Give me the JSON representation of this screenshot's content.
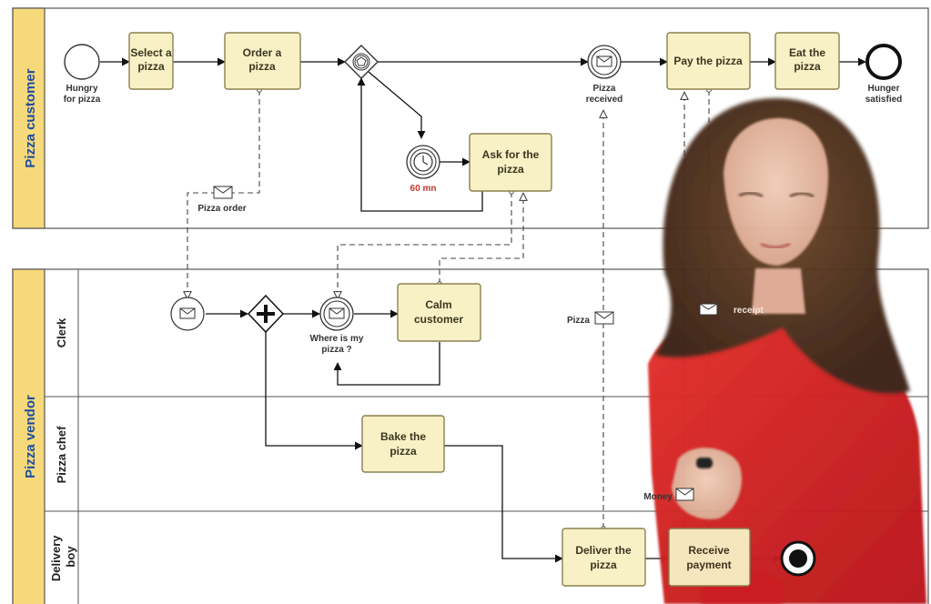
{
  "pools": {
    "customer": {
      "label": "Pizza customer"
    },
    "vendor": {
      "label": "Pizza vendor",
      "lanes": {
        "clerk": "Clerk",
        "chef": "Pizza chef",
        "delivery": "Delivery boy"
      }
    }
  },
  "tasks": {
    "select": "Select a pizza",
    "order": "Order a pizza",
    "pay": "Pay the pizza",
    "eat": "Eat the pizza",
    "ask": "Ask for the pizza",
    "calm": "Calm customer",
    "bake": "Bake the pizza",
    "deliver": "Deliver the pizza",
    "receive": "Receive payment"
  },
  "events": {
    "start": "Hungry for pizza",
    "received": "Pizza received",
    "end": "Hunger satisfied",
    "timer": "60 mn",
    "where": "Where is my pizza ?"
  },
  "messages": {
    "order": "Pizza order",
    "pizza": "Pizza",
    "money": "Money",
    "receipt": "receipt"
  },
  "colors": {
    "task_fill": "#f8f1c6",
    "task_stroke": "#8a8150",
    "pool_label_bg": "#f6d97a",
    "pool_label_text": "#1e4ea0",
    "timer_text": "#c0392b",
    "shirt": "#d21f1f",
    "hair": "#4a2d1a",
    "skin": "#e6bba4"
  }
}
